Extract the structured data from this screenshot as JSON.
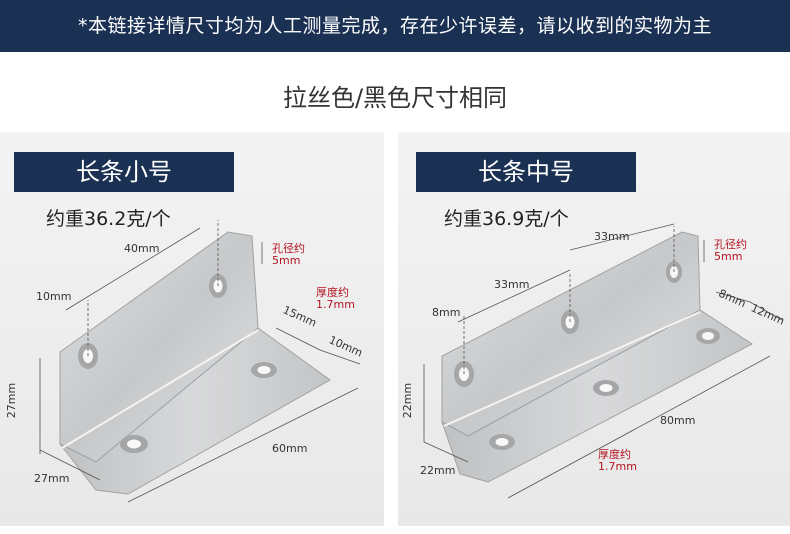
{
  "banner": {
    "text": "*本链接详情尺寸均为人工测量完成，存在少许误差，请以收到的实物为主"
  },
  "subtitle": "拉丝色/黑色尺寸相同",
  "colors": {
    "navy": "#1b3154",
    "red_note": "#b3131f",
    "steel": "#cfd1d2"
  },
  "icons": [
    "screw-hole-icon"
  ],
  "left": {
    "title": "长条小号",
    "weight": "约重36.2克/个",
    "dims": {
      "length": "40mm",
      "hole_label": "孔径约",
      "hole": "5mm",
      "offset": "10mm",
      "thickness_label": "厚度约",
      "thickness": "1.7mm",
      "side1": "15mm",
      "side2": "10mm",
      "height": "27mm",
      "base_length": "60mm",
      "depth": "27mm"
    }
  },
  "right": {
    "title": "长条中号",
    "weight": "约重36.9克/个",
    "dims": {
      "top_spacing": "33mm",
      "hole_label": "孔径约",
      "hole": "5mm",
      "mid_spacing": "33mm",
      "edge_offset": "8mm",
      "side1": "8mm",
      "side2": "12mm",
      "height": "22mm",
      "base_length": "80mm",
      "thickness_label": "厚度约",
      "thickness": "1.7mm",
      "depth": "22mm"
    }
  }
}
